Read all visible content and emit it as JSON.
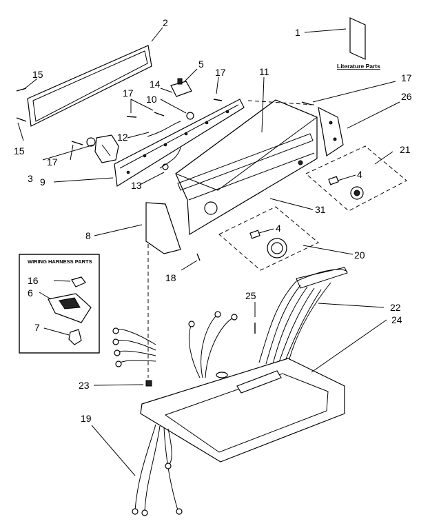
{
  "literature_caption": "Literature Parts",
  "wiring_box_title": "WIRING HARNESS PARTS",
  "callouts": {
    "c1": "1",
    "c2": "2",
    "c3": "3",
    "c4a": "4",
    "c4b": "4",
    "c5": "5",
    "c6": "6",
    "c7": "7",
    "c8": "8",
    "c9": "9",
    "c10": "10",
    "c11": "11",
    "c12": "12",
    "c13": "13",
    "c14": "14",
    "c15a": "15",
    "c15b": "15",
    "c16": "16",
    "c17a": "17",
    "c17b": "17",
    "c17c": "17",
    "c17d": "17",
    "c18": "18",
    "c19": "19",
    "c20": "20",
    "c21": "21",
    "c22": "22",
    "c23": "23",
    "c24": "24",
    "c25": "25",
    "c26": "26",
    "c31": "31"
  }
}
